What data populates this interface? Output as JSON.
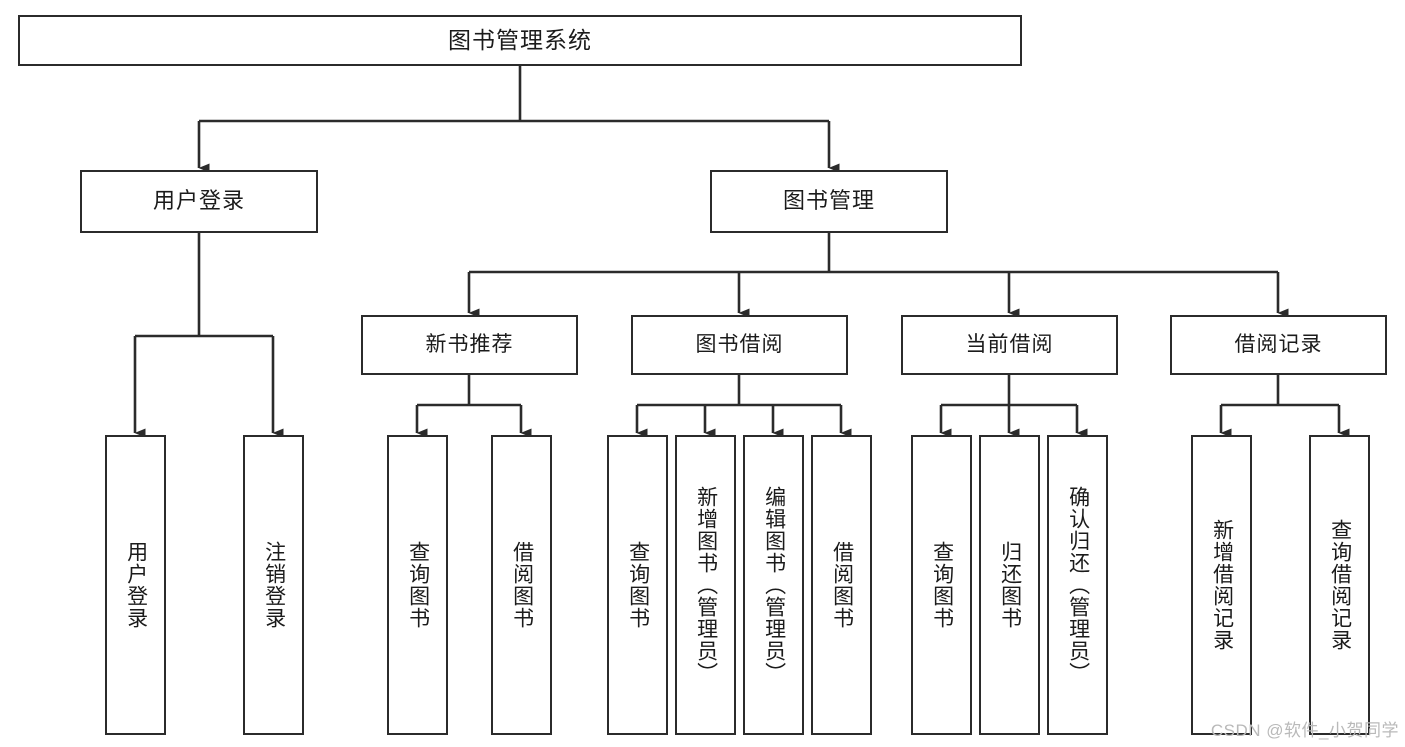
{
  "diagram": {
    "title": "图书管理系统",
    "type": "tree-hierarchy-diagram",
    "colors": {
      "box_border": "#2b2b2b",
      "box_fill": "#ffffff",
      "connector": "#2b2b2b",
      "text": "#1b1b1b",
      "watermark": "#b9b9b9",
      "background": "#ffffff"
    },
    "root": {
      "label": "图书管理系统"
    },
    "level2": [
      {
        "id": "user-login",
        "label": "用户登录"
      },
      {
        "id": "book-management",
        "label": "图书管理"
      }
    ],
    "level3": [
      {
        "id": "new-book-recommend",
        "label": "新书推荐"
      },
      {
        "id": "book-borrow",
        "label": "图书借阅"
      },
      {
        "id": "current-borrow",
        "label": "当前借阅"
      },
      {
        "id": "borrow-record",
        "label": "借阅记录"
      }
    ],
    "leaves": {
      "user_login": [
        {
          "id": "leaf-user-login",
          "label": "用户登录"
        },
        {
          "id": "leaf-logout-login",
          "label": "注销登录"
        }
      ],
      "new_book_recommend": [
        {
          "id": "leaf-query-book-1",
          "label": "查询图书"
        },
        {
          "id": "leaf-borrow-book-1",
          "label": "借阅图书"
        }
      ],
      "book_borrow": [
        {
          "id": "leaf-query-book-2",
          "label": "查询图书"
        },
        {
          "id": "leaf-add-book",
          "label": "新增图书（管理员）"
        },
        {
          "id": "leaf-edit-book",
          "label": "编辑图书（管理员）"
        },
        {
          "id": "leaf-borrow-book-2",
          "label": "借阅图书"
        }
      ],
      "current_borrow": [
        {
          "id": "leaf-query-book-3",
          "label": "查询图书"
        },
        {
          "id": "leaf-return-book",
          "label": "归还图书"
        },
        {
          "id": "leaf-confirm-return",
          "label": "确认归还（管理员）"
        }
      ],
      "borrow_record": [
        {
          "id": "leaf-add-record",
          "label": "新增借阅记录"
        },
        {
          "id": "leaf-query-record",
          "label": "查询借阅记录"
        }
      ]
    },
    "watermark": "CSDN @软件_小贺同学"
  }
}
